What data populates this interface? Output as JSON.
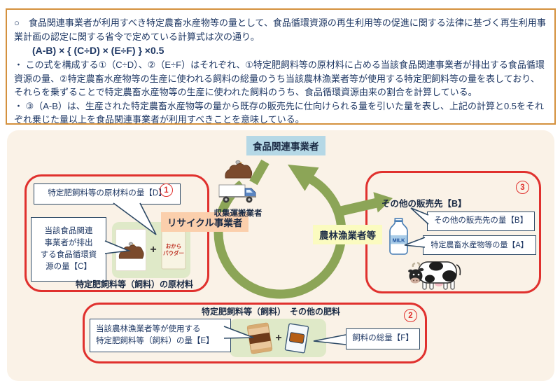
{
  "colors": {
    "navy_text": "#1f3864",
    "orange_border": "#d4913e",
    "red_box": "#e0312e",
    "ring_green": "#8ca557",
    "panel_cream": "#faf2e7",
    "icon_green": "#dfe9c8",
    "tag_blue": "#b5d8e6",
    "tag_peach": "#fbcfac",
    "tag_yellow": "#fbfbc0"
  },
  "intro": {
    "paragraph": "○　食品関連事業者が利用すべき特定農畜水産物等の量として、食品循環資源の再生利用等の促進に関する法律に基づく再生利用事業計画の認定に関する省令で定めている計算式は次の通り。",
    "formula": "(A-B) × { (C÷D) × (E÷F) } ×0.5",
    "bullet1": "・ この式を構成する①（C÷D）、②（E÷F）はそれぞれ、①特定肥飼料等の原材料に占める当該食品関連事業者が排出する食品循環資源の量、②特定農畜水産物等の生産に使われる飼料の総量のうち当該農林漁業者等が使用する特定肥飼料等の量を表しており、それらを乗ずることで特定農畜水産物等の生産に使われた飼料のうち、食品循環資源由来の割合を計算している。",
    "bullet2": "・ ③（A-B）は、生産された特定農畜水産物等の量から既存の販売先に仕向けられる量を引いた量を表し、上記の計算と0.5をそれぞれ乗じた量以上を食品関連事業者が利用すべきことを意味している。"
  },
  "diagram": {
    "food_business": "食品関連事業者",
    "collector": "収集運搬業者",
    "recycler": "リサイクル事業者",
    "farmer": "農林漁業者等",
    "plus": "+",
    "box1": {
      "num": "1",
      "callout_d": "特定肥飼料等の原材料の量【D】",
      "callout_c": "当該食品関連\n事業者が排出\nする食品循環資\n源の量【C】",
      "package_line1": "おから",
      "package_line2": "パウダー",
      "caption": "特定肥飼料等（飼料）の原材料"
    },
    "box2": {
      "num": "2",
      "label_feed": "特定肥飼料等（飼料）",
      "label_other": "その他の肥料",
      "callout_e": "当該農林漁業者等が使用する\n特定肥飼料等（飼料）の量【E】",
      "callout_f": "飼料の総量【F】"
    },
    "box3": {
      "num": "3",
      "label_b": "その他の販売先【B】",
      "callout_b": "その他の販売先の量【B】",
      "callout_a": "特定農畜水産物等の量【A】",
      "milk_label": "MILK"
    }
  }
}
